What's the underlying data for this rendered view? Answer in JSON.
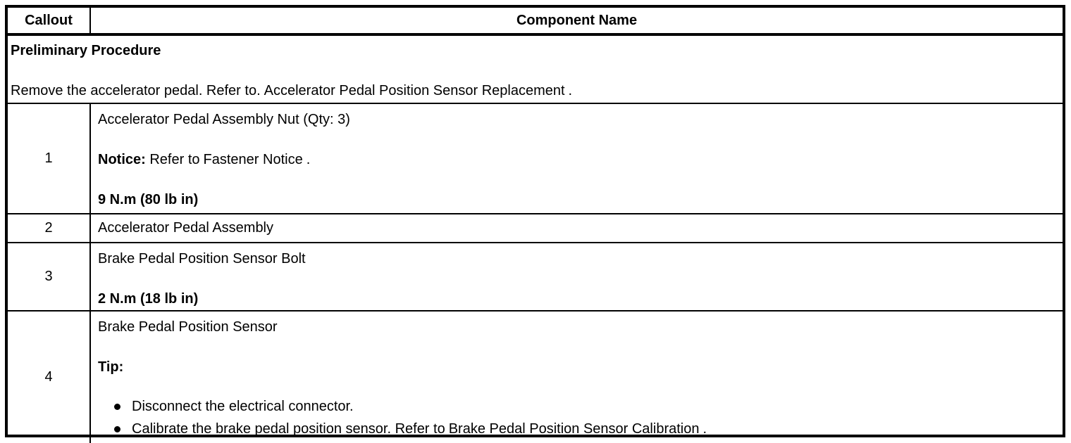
{
  "colors": {
    "border": "#000000",
    "background": "#ffffff",
    "text": "#000000"
  },
  "header": {
    "callout_label": "Callout",
    "component_label": "Component Name"
  },
  "preliminary": {
    "title": "Preliminary Procedure",
    "instruction_prefix": "Remove the accelerator pedal. Refer to.",
    "instruction_link": "Accelerator Pedal Position Sensor Replacement",
    "instruction_suffix": "."
  },
  "rows": [
    {
      "callout": "1",
      "name": "Accelerator Pedal Assembly Nut (Qty: 3)",
      "notice_label": "Notice:",
      "notice_prefix": "Refer to",
      "notice_link": "Fastener Notice",
      "notice_suffix": ".",
      "torque": "9 N.m (80 lb in)"
    },
    {
      "callout": "2",
      "name": "Accelerator Pedal Assembly"
    },
    {
      "callout": "3",
      "name": "Brake Pedal Position Sensor Bolt",
      "torque": "2 N.m (18 lb in)"
    },
    {
      "callout": "4",
      "name": "Brake Pedal Position Sensor",
      "tip_label": "Tip:",
      "bullets": [
        {
          "text": "Disconnect the electrical connector."
        },
        {
          "prefix": "Calibrate the brake pedal position sensor. Refer to",
          "link": "Brake Pedal Position Sensor Calibration",
          "suffix": "."
        }
      ]
    }
  ]
}
